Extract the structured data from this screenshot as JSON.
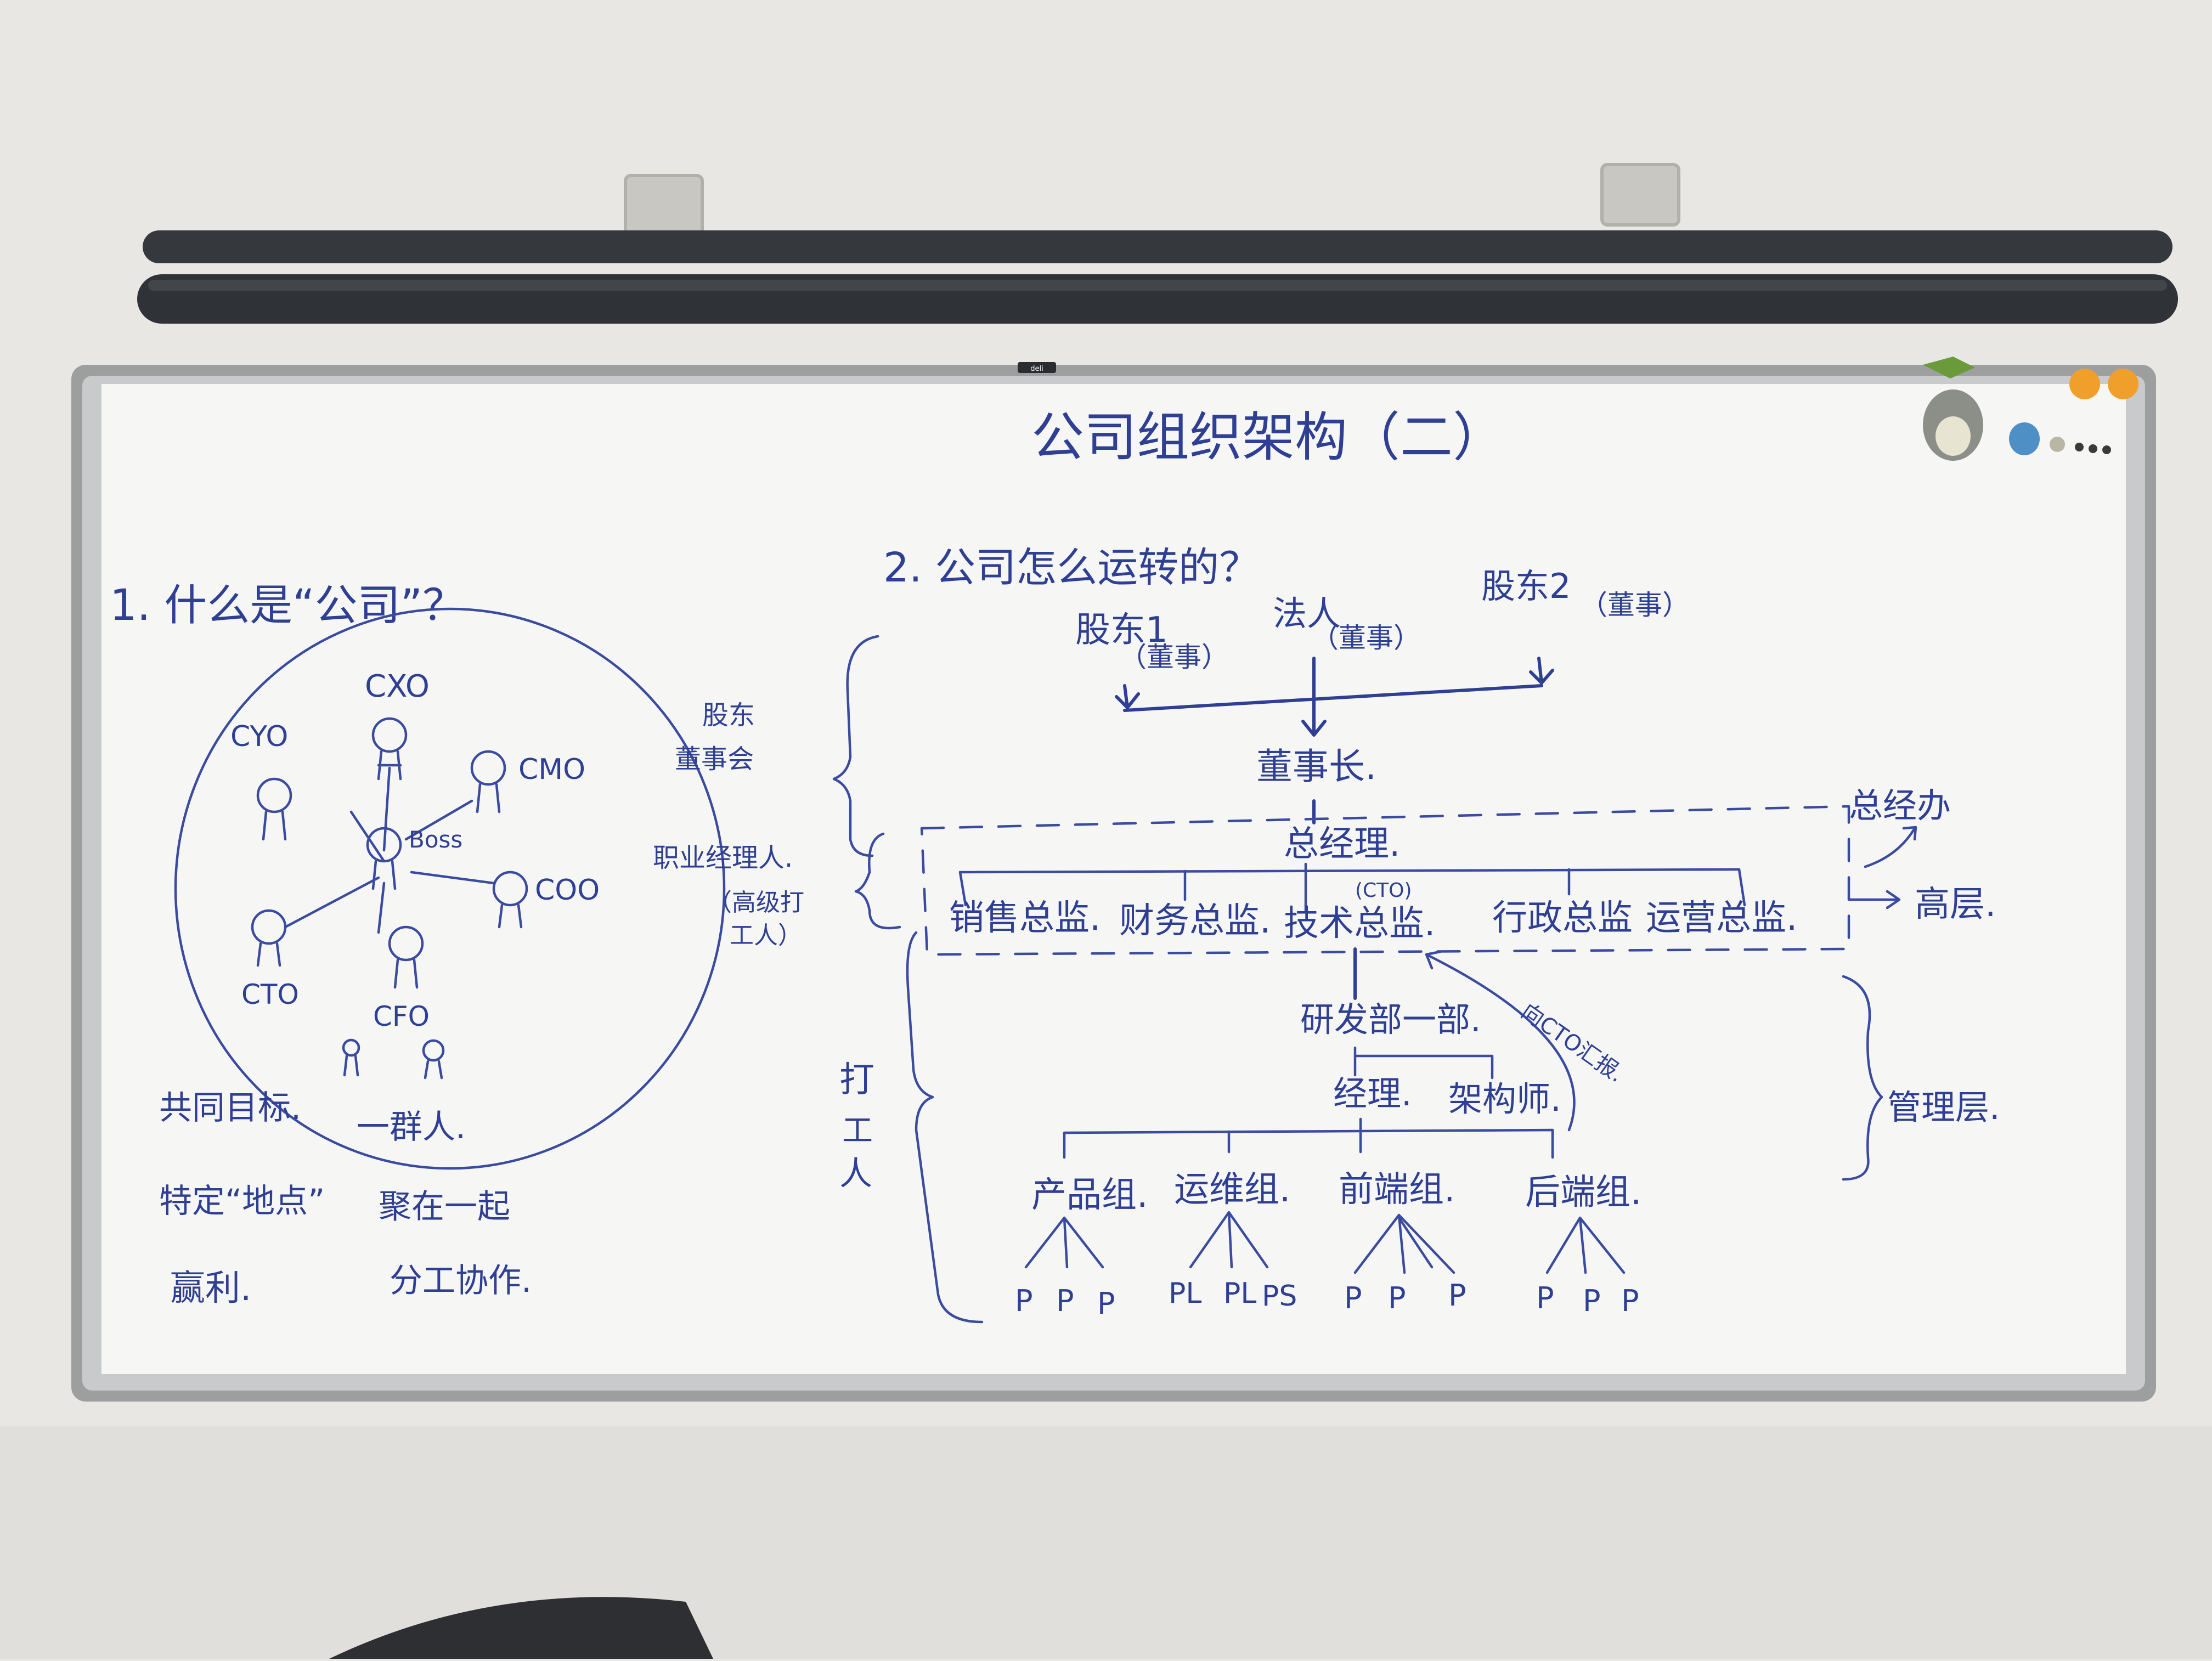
{
  "board": {
    "brand": "deli",
    "title": "公司组织架构（二）",
    "section1": {
      "heading": "1. 什么是“公司”？",
      "roles": [
        "CXO",
        "CYO",
        "CMO",
        "Boss",
        "COO",
        "CTO",
        "CFO"
      ],
      "notes": [
        [
          "共同目标.",
          "一群人."
        ],
        [
          "特定“地点”",
          "聚在一起"
        ],
        [
          "赢利.",
          "分工协作."
        ]
      ]
    },
    "section2": {
      "heading": "2. 公司怎么运转的？",
      "shareholders": [
        "股东1",
        "法人",
        "股东2"
      ],
      "director_tag": "（董事）",
      "chairman": "董事长.",
      "gm": "总经理.",
      "gm_office": "总经办",
      "directors": [
        "销售总监.",
        "财务总监.",
        "技术总监.",
        "行政总监",
        "运营总监."
      ],
      "cto_tag": "(CTO)",
      "dept": "研发部一部.",
      "dept_staff": [
        "经理.",
        "架构师."
      ],
      "note_cto": "向CTO汇报.",
      "groups": [
        "产品组.",
        "运维组.",
        "前端组.",
        "后端组."
      ],
      "members": [
        [
          "P",
          "P",
          "P"
        ],
        [
          "PL",
          "PL",
          "PS"
        ],
        [
          "P",
          "P",
          "P"
        ],
        [
          "P",
          "P",
          "P"
        ]
      ],
      "left_labels": {
        "shareholder_board": [
          "股东",
          "董事会"
        ],
        "pro_manager": [
          "职业经理人.",
          "（高级打",
          "工人）"
        ],
        "worker": [
          "打",
          "工",
          "人"
        ]
      },
      "right_labels": {
        "top": "高层.",
        "mgmt": "管理层."
      }
    }
  }
}
